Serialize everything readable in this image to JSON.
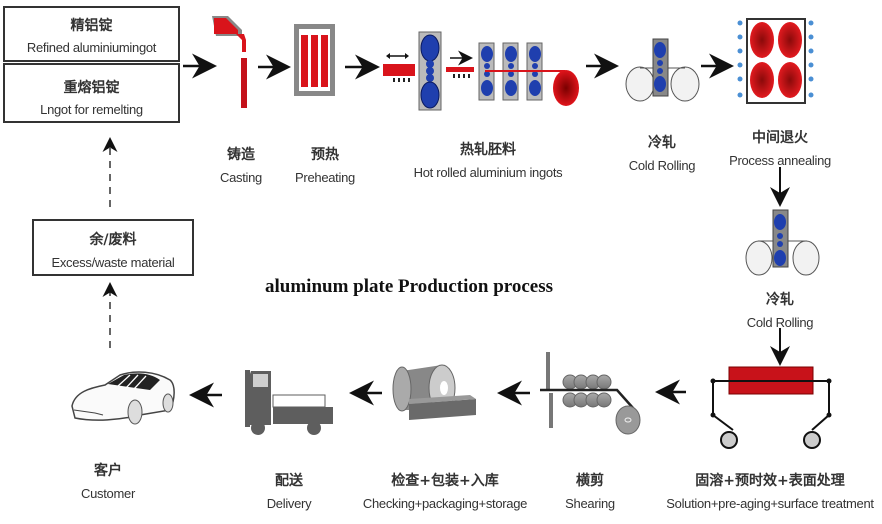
{
  "title": "aluminum plate Production process",
  "boxes": {
    "refined": {
      "zh": "精铝锭",
      "en": "Refined aluminiumingot"
    },
    "remelting": {
      "zh": "重熔铝锭",
      "en": "Lngot for remelting"
    },
    "waste": {
      "zh": "余/废料",
      "en": "Excess/waste material"
    }
  },
  "steps": [
    {
      "id": "casting",
      "zh": "铸造",
      "en": "Casting"
    },
    {
      "id": "preheating",
      "zh": "预热",
      "en": "Preheating"
    },
    {
      "id": "hot-rolling",
      "zh": "热轧胚料",
      "en": "Hot rolled aluminium ingots"
    },
    {
      "id": "cold-rolling-1",
      "zh": "冷轧",
      "en": "Cold Rolling"
    },
    {
      "id": "annealing",
      "zh": "中间退火",
      "en": "Process annealing"
    },
    {
      "id": "cold-rolling-2",
      "zh": "冷轧",
      "en": "Cold Rolling"
    },
    {
      "id": "solution",
      "zh": "固溶+预时效+表面处理",
      "en": "Solution+pre-aging+surface treatment"
    },
    {
      "id": "shearing",
      "zh": "横剪",
      "en": "Shearing"
    },
    {
      "id": "checking",
      "zh": "检查+包装+入库",
      "en": "Checking+packaging+storage"
    },
    {
      "id": "delivery",
      "zh": "配送",
      "en": "Delivery"
    },
    {
      "id": "customer",
      "zh": "客户",
      "en": "Customer"
    }
  ],
  "colors": {
    "red": "#d9141b",
    "blue": "#1f3fae",
    "gray": "#888888",
    "dark": "#333333"
  }
}
